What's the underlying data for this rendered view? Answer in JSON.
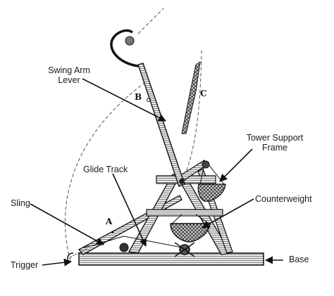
{
  "labels": {
    "swing_arm_lever": "Swing Arm\nLever",
    "glide_track": "Glide Track",
    "tower_support_frame": "Tower Support\nFrame",
    "counterweight": "Counterweight",
    "sling": "Sling",
    "trigger": "Trigger",
    "base": "Base"
  },
  "parts": {
    "a": "A",
    "b": "B",
    "c": "C"
  },
  "colors": {
    "ink": "#1a1a1a",
    "background": "#ffffff"
  }
}
